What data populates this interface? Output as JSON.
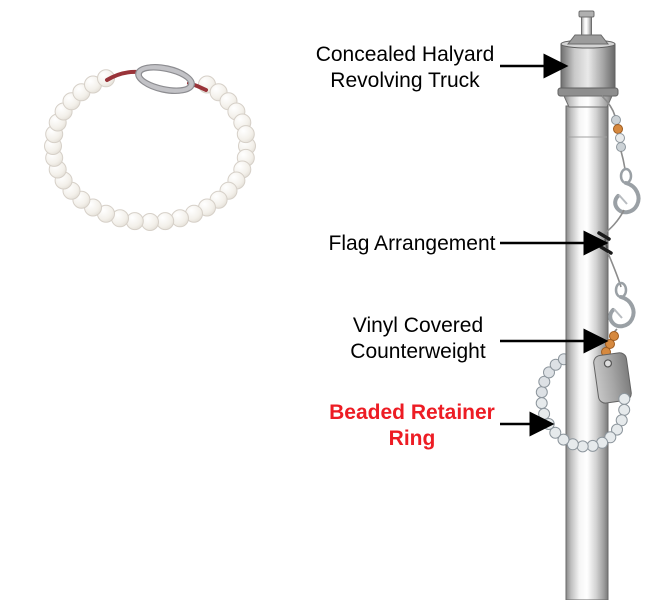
{
  "diagram": {
    "labels": {
      "truck": {
        "line1": "Concealed Halyard",
        "line2": "Revolving Truck"
      },
      "flag": {
        "line1": "Flag Arrangement"
      },
      "counterweight": {
        "line1": "Vinyl Covered",
        "line2": "Counterweight"
      },
      "ring": {
        "line1": "Beaded Retainer",
        "line2": "Ring"
      }
    },
    "colors": {
      "highlight": "#ed1c24",
      "text": "#000000",
      "arrow": "#000000",
      "wire_red": "#993339",
      "bead_orange": "#d6893f",
      "bead_gray": "#ccd2d6",
      "bead_white": "#f4f1ec",
      "pole_metal": "#c9c9c9"
    }
  }
}
